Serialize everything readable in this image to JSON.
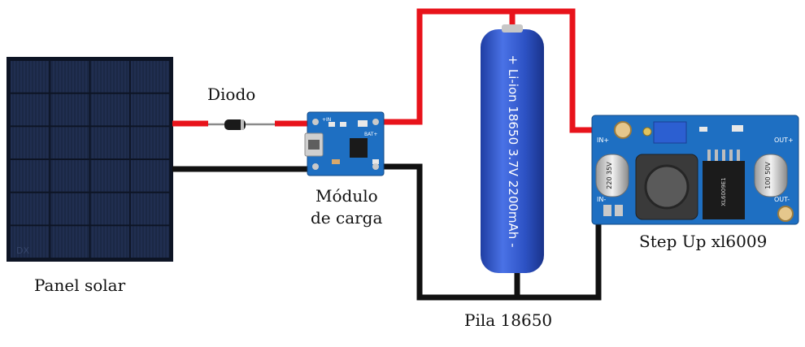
{
  "components": {
    "solar_panel": {
      "label": "Panel solar",
      "watermark": "DX"
    },
    "diode": {
      "label": "Diodo"
    },
    "charge_module": {
      "label_line1": "Módulo",
      "label_line2": "de carga",
      "pin_in": "+IN",
      "pin_out": "BAT+"
    },
    "battery": {
      "label": "Pila 18650",
      "printed_text": "+ Li-ion 18650 3.7V 2200mAh -"
    },
    "step_up": {
      "label": "Step Up xl6009",
      "pin_in_pos": "IN+",
      "pin_in_neg": "IN-",
      "pin_out_pos": "OUT+",
      "pin_out_neg": "OUT-",
      "chip_text": "XL6009E1",
      "cap_left": "220 35V",
      "cap_right": "100 50V"
    }
  },
  "colors": {
    "positive_wire": "#e8131b",
    "negative_wire": "#111111",
    "battery_body": "#2f54c9",
    "pcb_blue": "#1e6fc2",
    "solar_cell": "#1c2a4a"
  }
}
